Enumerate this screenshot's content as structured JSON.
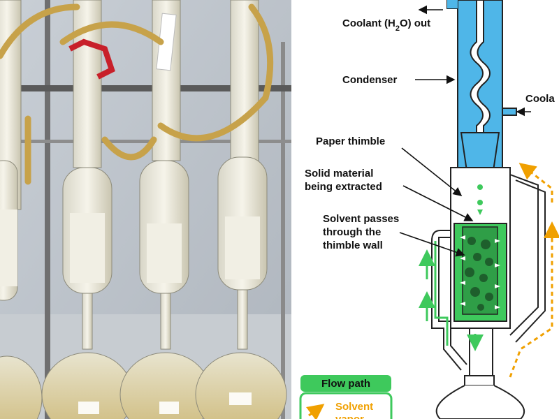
{
  "photo": {
    "description_hidden": ""
  },
  "labels": {
    "coolant_out": "Coolant (H",
    "coolant_out_sub": "2",
    "coolant_out_end": "O) out",
    "coolant_in": "Coola",
    "condenser": "Condenser",
    "paper_thimble": "Paper thimble",
    "solid_1": "Solid material",
    "solid_2": "being extracted",
    "solvent_1": "Solvent passes",
    "solvent_2": "through the",
    "solvent_3": "thimble wall"
  },
  "legend": {
    "title": "Flow path",
    "solvent_vapor_1": "Solvent",
    "solvent_vapor_2": "vapor"
  },
  "colors": {
    "condenser_blue": "#4fb6e8",
    "solvent_green": "#3ec95c",
    "vapor_orange": "#f0a000",
    "glass_outline": "#222222"
  }
}
